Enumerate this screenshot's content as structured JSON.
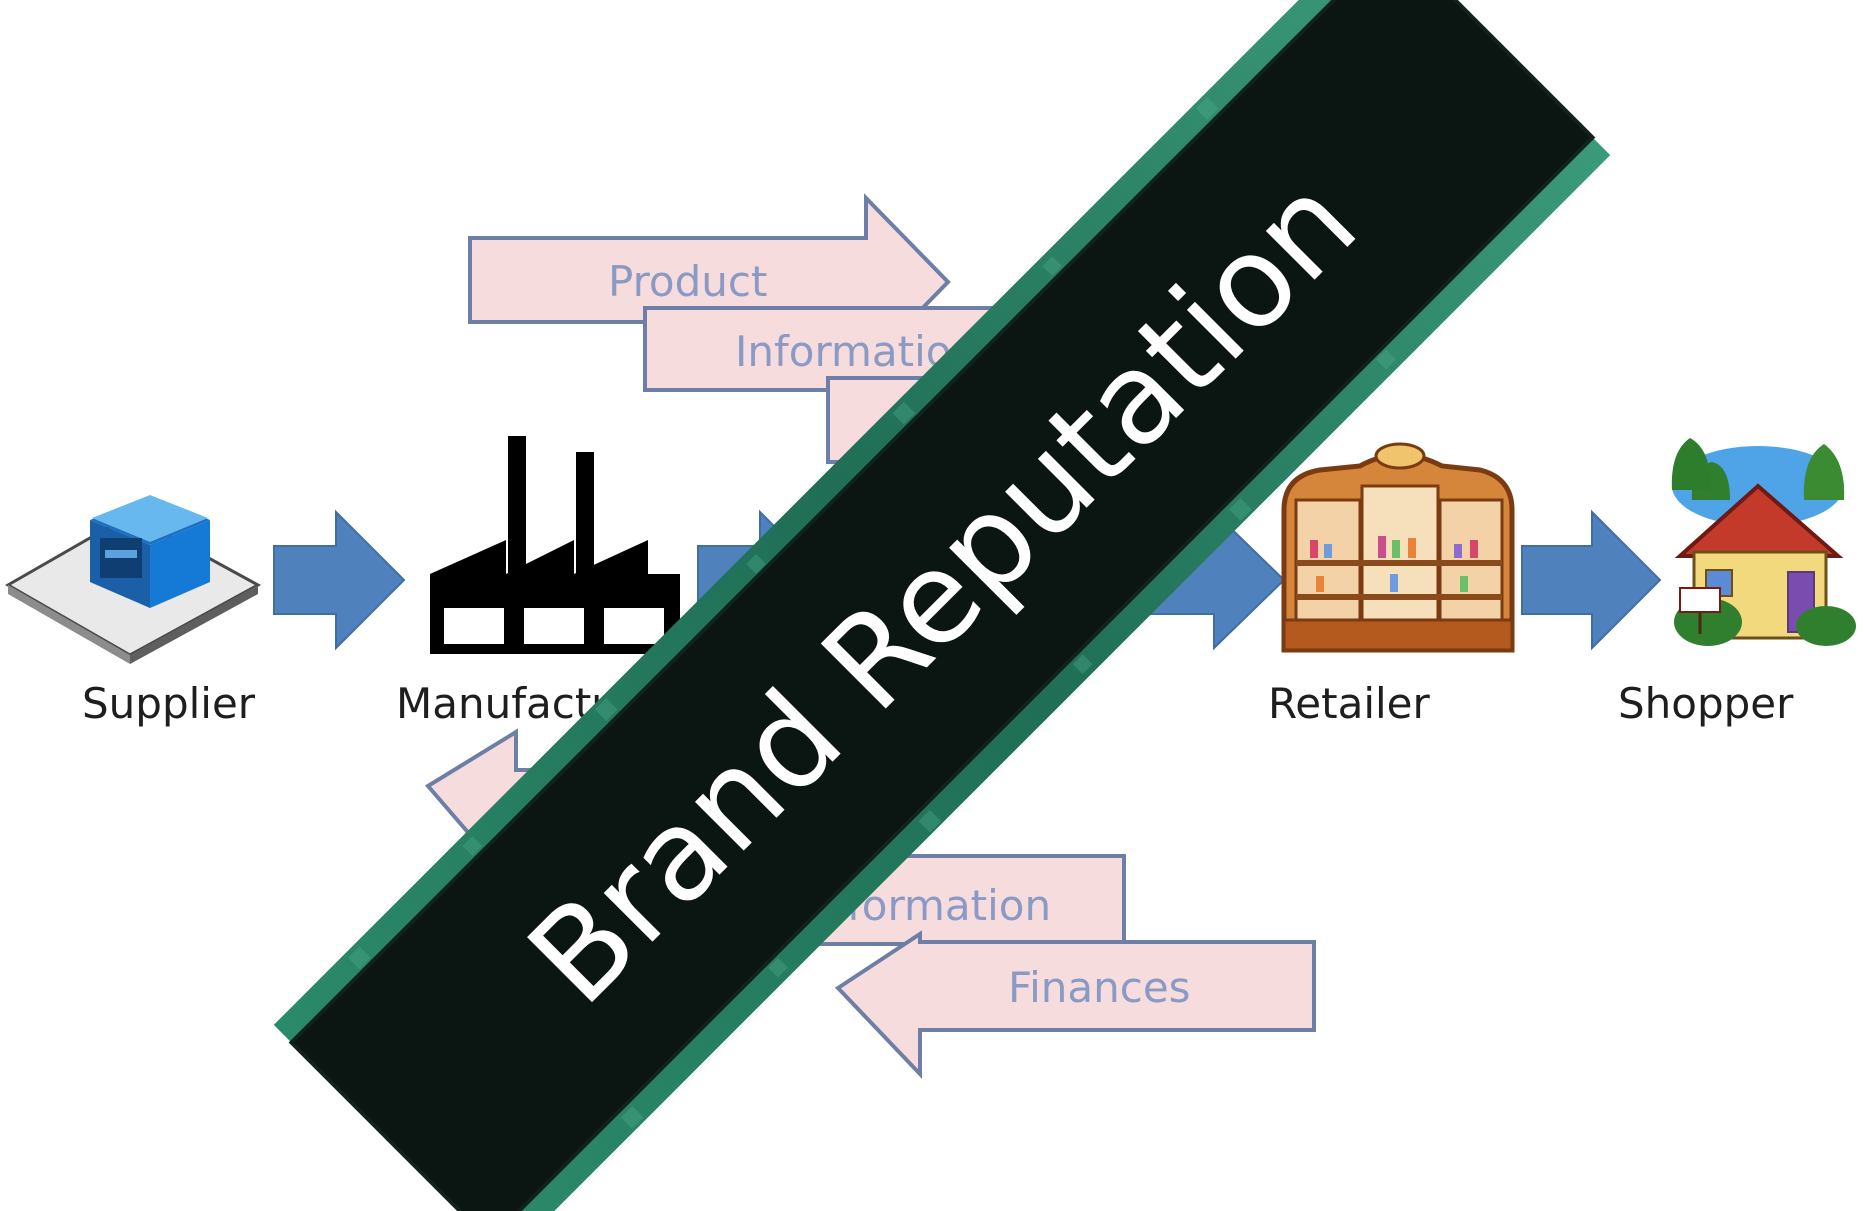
{
  "colors": {
    "flow_arrow_fill": "#f6dcdc",
    "flow_arrow_stroke": "#6d7fa7",
    "flow_text": "#8a9ac4",
    "chain_arrow": "#4f81bd",
    "banner_core": "#0b1512",
    "banner_edge": "#2f8a6c"
  },
  "nodes": [
    {
      "label": "Supplier",
      "icon": "warehouse-icon"
    },
    {
      "label": "Manufacturer",
      "icon": "factory-icon"
    },
    {
      "label": "Retailer",
      "icon": "store-shelf-icon"
    },
    {
      "label": "Shopper",
      "icon": "house-icon"
    }
  ],
  "forward_flows": [
    {
      "label": "Product"
    },
    {
      "label": "Information"
    },
    {
      "label": ""
    }
  ],
  "backward_flows": [
    {
      "label": ""
    },
    {
      "label": "Information"
    },
    {
      "label": "Finances"
    }
  ],
  "banner": {
    "text": "Brand Reputation"
  }
}
